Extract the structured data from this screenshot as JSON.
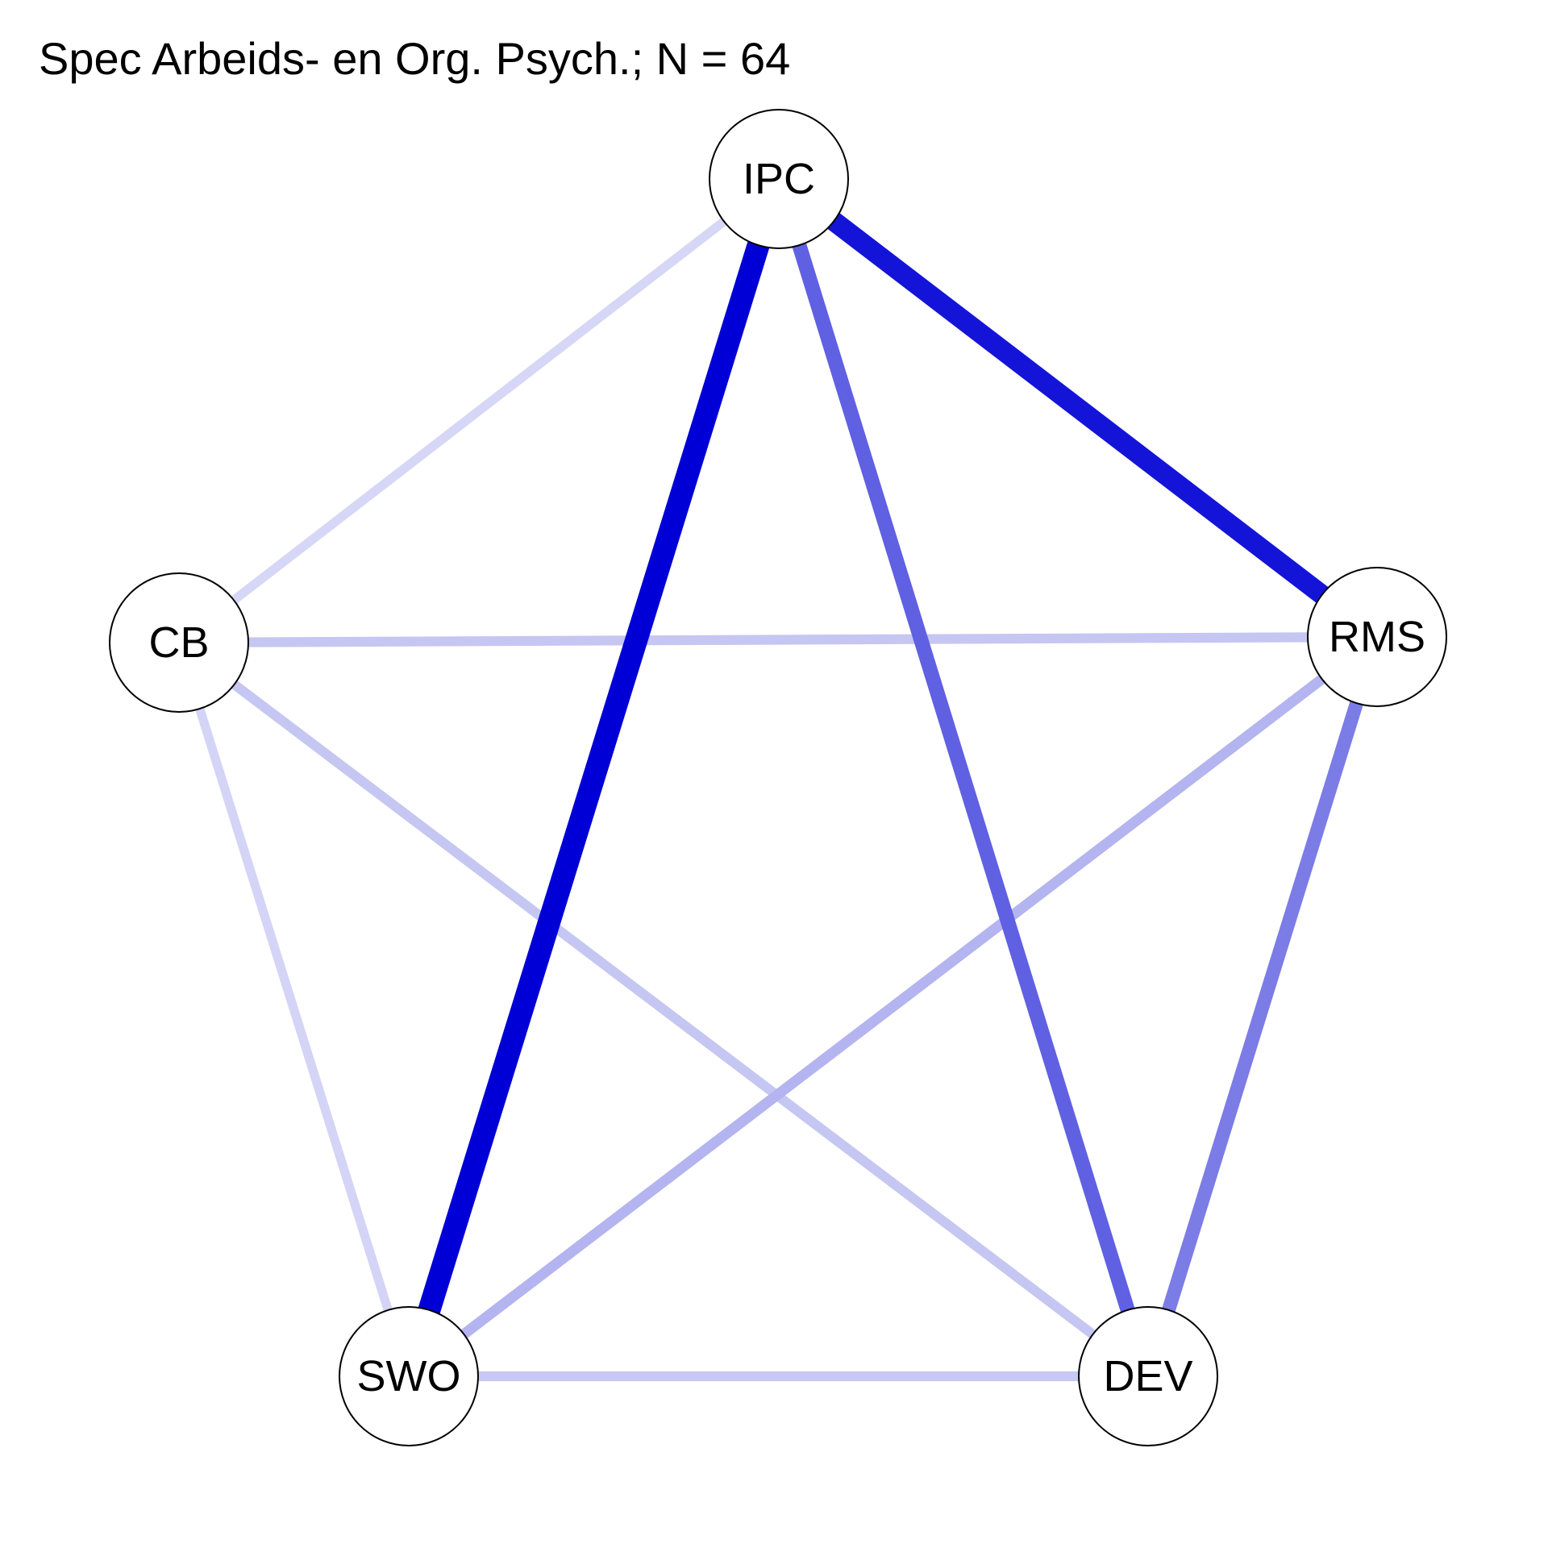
{
  "title": "Spec Arbeids- en Org. Psych.; N = 64",
  "nodes": [
    {
      "id": "IPC",
      "label": "IPC"
    },
    {
      "id": "RMS",
      "label": "RMS"
    },
    {
      "id": "DEV",
      "label": "DEV"
    },
    {
      "id": "SWO",
      "label": "SWO"
    },
    {
      "id": "CB",
      "label": "CB"
    }
  ],
  "edges": [
    {
      "from": "IPC",
      "to": "SWO",
      "weight": 1.0,
      "color": "#0000d6"
    },
    {
      "from": "IPC",
      "to": "RMS",
      "weight": 0.85,
      "color": "#1414d8"
    },
    {
      "from": "IPC",
      "to": "DEV",
      "weight": 0.55,
      "color": "#6060e2"
    },
    {
      "from": "RMS",
      "to": "DEV",
      "weight": 0.5,
      "color": "#7c7ce6"
    },
    {
      "from": "RMS",
      "to": "SWO",
      "weight": 0.32,
      "color": "#b4b4f0"
    },
    {
      "from": "CB",
      "to": "RMS",
      "weight": 0.28,
      "color": "#c6c6f2"
    },
    {
      "from": "CB",
      "to": "DEV",
      "weight": 0.28,
      "color": "#c6c6f2"
    },
    {
      "from": "SWO",
      "to": "DEV",
      "weight": 0.28,
      "color": "#c8c8f4"
    },
    {
      "from": "IPC",
      "to": "CB",
      "weight": 0.24,
      "color": "#d6d6f6"
    },
    {
      "from": "CB",
      "to": "SWO",
      "weight": 0.24,
      "color": "#d4d4f6"
    }
  ],
  "colors": {
    "background": "#ffffff",
    "node_fill": "#ffffff",
    "node_stroke": "#000000",
    "text": "#000000"
  }
}
